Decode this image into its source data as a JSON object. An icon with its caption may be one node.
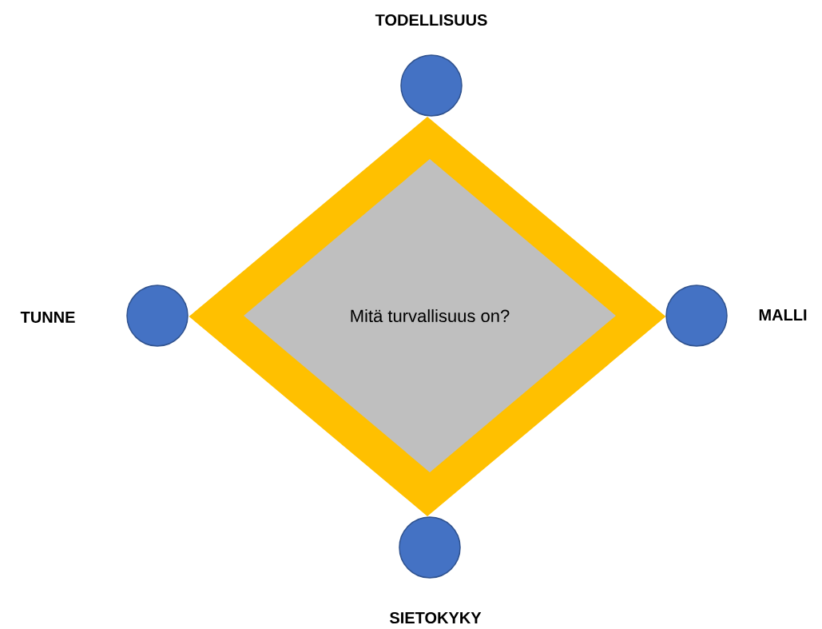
{
  "diagram": {
    "nodes": [
      {
        "text": [],
        "shape": "circle",
        "beside": [
          "TODELLISUUS"
        ]
      },
      {
        "text": [],
        "shape": "diamond"
      },
      {
        "text": [
          "Mitä turvallisuus on?"
        ],
        "in": 1
      },
      {
        "text": [],
        "shape": "circle",
        "beside": [
          "TUNNE"
        ]
      },
      {
        "text": [],
        "shape": "circle",
        "beside": [
          "MALLI"
        ]
      },
      {
        "text": [],
        "shape": "circle",
        "beside": [
          "SIETOKYKY"
        ]
      }
    ]
  }
}
